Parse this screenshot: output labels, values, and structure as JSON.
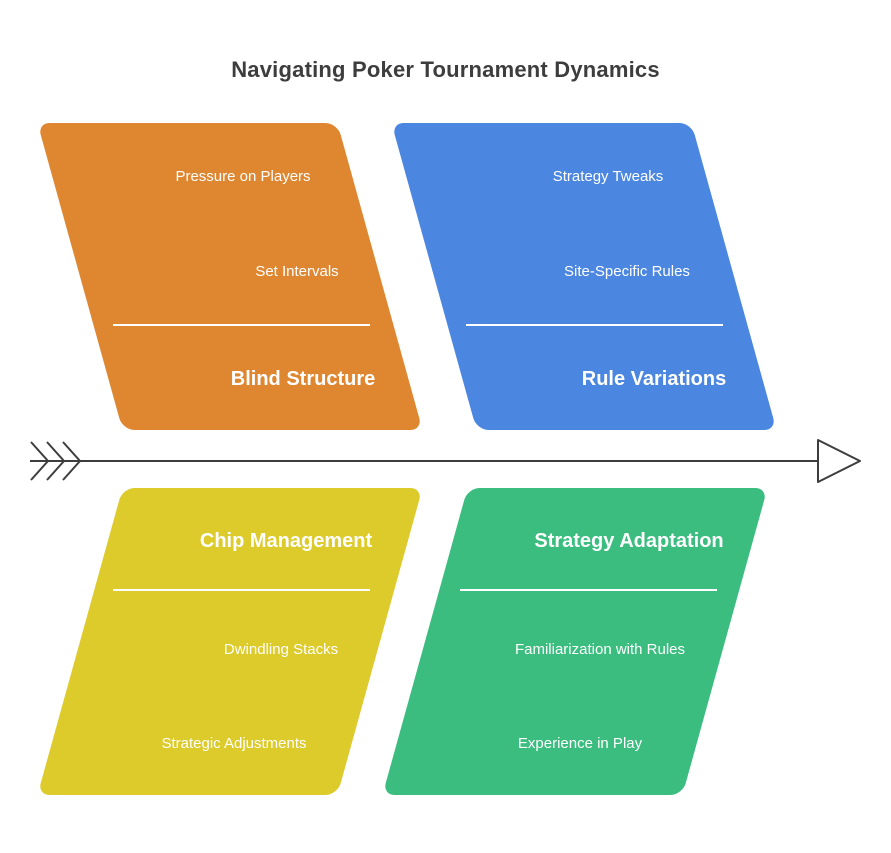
{
  "title": "Navigating Poker Tournament Dynamics",
  "colors": {
    "title_text": "#3d3d3d",
    "arrow": "#3d3d3d",
    "item_text": "#ffffff",
    "background": "#ffffff"
  },
  "branches": [
    {
      "name": "Blind Structure",
      "position": "top-left",
      "color": "#df8630",
      "items": [
        "Pressure on Players",
        "Set Intervals"
      ]
    },
    {
      "name": "Rule Variations",
      "position": "top-right",
      "color": "#4b86e1",
      "items": [
        "Strategy Tweaks",
        "Site-Specific Rules"
      ]
    },
    {
      "name": "Chip Management",
      "position": "bottom-left",
      "color": "#ddca2b",
      "items": [
        "Dwindling Stacks",
        "Strategic Adjustments"
      ]
    },
    {
      "name": "Strategy Adaptation",
      "position": "bottom-right",
      "color": "#3abd7e",
      "items": [
        "Familiarization with Rules",
        "Experience in Play"
      ]
    }
  ]
}
